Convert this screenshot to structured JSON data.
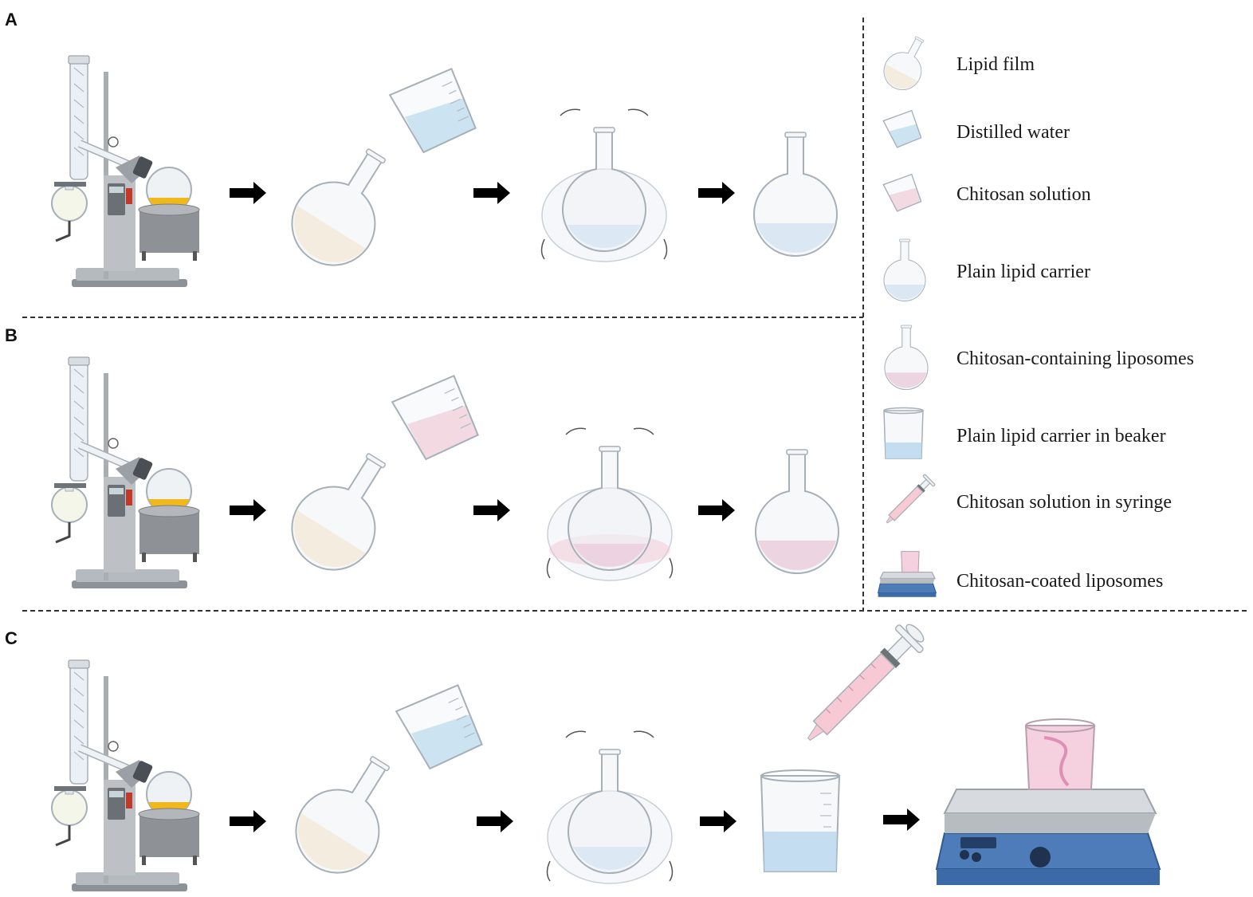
{
  "panels": [
    {
      "letter": "A",
      "steps": [
        "rotavap",
        "lipid-film",
        "shaken-water",
        "plain-carrier"
      ]
    },
    {
      "letter": "B",
      "steps": [
        "rotavap",
        "lipid-film",
        "shaken-chitosan",
        "chitosan-liposomes"
      ]
    },
    {
      "letter": "C",
      "steps": [
        "rotavap",
        "lipid-film",
        "shaken-water",
        "beaker",
        "stirrer"
      ]
    }
  ],
  "legend": [
    {
      "icon": "lipid-film-flask-icon",
      "label": "Lipid film"
    },
    {
      "icon": "water-beaker-icon",
      "label": "Distilled water"
    },
    {
      "icon": "chitosan-beaker-icon",
      "label": "Chitosan solution"
    },
    {
      "icon": "plain-carrier-flask-icon",
      "label": "Plain lipid carrier"
    },
    {
      "icon": "chitosan-flask-icon",
      "label": "Chitosan-containing liposomes"
    },
    {
      "icon": "carrier-beaker-icon",
      "label": "Plain lipid carrier in beaker"
    },
    {
      "icon": "syringe-icon",
      "label": "Chitosan solution in syringe"
    },
    {
      "icon": "stirrer-icon",
      "label": "Chitosan-coated liposomes"
    }
  ],
  "colors": {
    "lipid": "#f9dfb0",
    "rotavap_liquid": "#f1b81c",
    "water": "#bcd8ef",
    "chitosan": "#f3c1d1",
    "chitosan_liposome": "#e8a6c2",
    "glass_stroke": "#a7b0b8",
    "arrow": "#000000",
    "stirrer_body": "#4d7cb8"
  }
}
